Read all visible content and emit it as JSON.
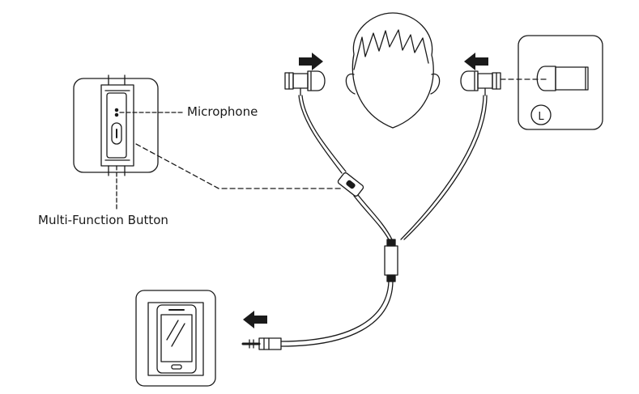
{
  "labels": {
    "microphone": "Microphone",
    "multi_function_button": "Multi-Function Button",
    "left_ear_marker": "L"
  },
  "colors": {
    "line": "#1a1a1a",
    "arrow": "#1a1a1a",
    "background": "#ffffff"
  },
  "icons": {
    "arrow": "arrow-icon",
    "phone": "smartphone-icon",
    "head": "head-icon",
    "earbud": "earbud-icon",
    "plug": "audio-plug-icon"
  }
}
